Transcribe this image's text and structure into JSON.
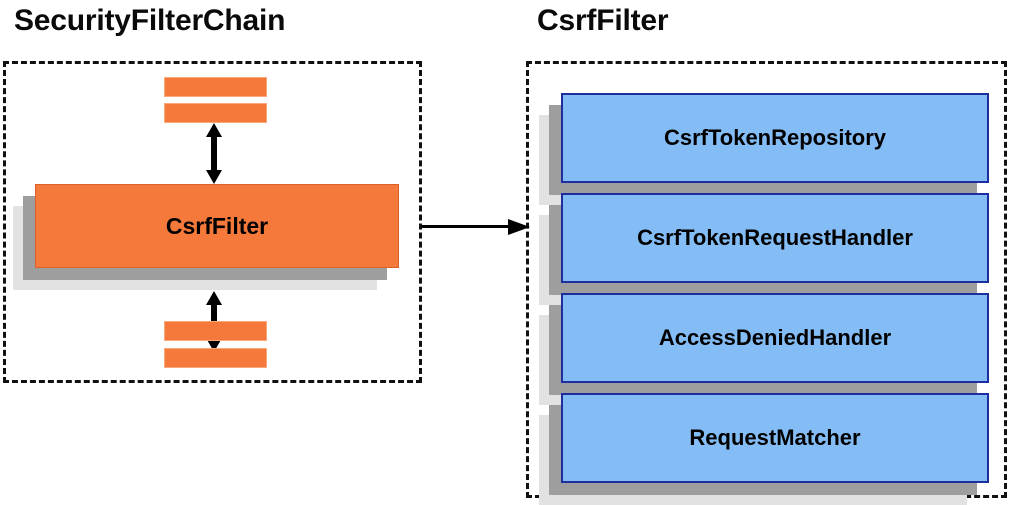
{
  "diagram": {
    "type": "component-relationship",
    "background": "#ffffff",
    "panels": [
      {
        "id": "security-filter-chain",
        "title": "SecurityFilterChain",
        "accent": "#f4793b",
        "items": [
          "CsrfFilter"
        ]
      },
      {
        "id": "csrf-filter",
        "title": "CsrfFilter",
        "accent": "#84bdf5",
        "items": [
          "CsrfTokenRepository",
          "CsrfTokenRequestHandler",
          "AccessDeniedHandler",
          "RequestMatcher"
        ]
      }
    ]
  },
  "left_panel": {
    "title": "SecurityFilterChain",
    "main_box_label": "CsrfFilter",
    "filter_bars": [
      "filter-bar",
      "filter-bar",
      "filter-bar",
      "filter-bar"
    ]
  },
  "right_panel": {
    "title": "CsrfFilter",
    "collaborators": [
      {
        "label": "CsrfTokenRepository"
      },
      {
        "label": "CsrfTokenRequestHandler"
      },
      {
        "label": "AccessDeniedHandler"
      },
      {
        "label": "RequestMatcher"
      }
    ]
  },
  "connectors": {
    "left_to_right": "arrow-right",
    "above_filter": "arrow-up-down",
    "below_filter": "arrow-up-down"
  },
  "colors": {
    "orange_fill": "#f4793b",
    "orange_border": "#d9622a",
    "blue_fill": "#84bdf5",
    "blue_border": "#1c2ea0",
    "shadow_mid": "#9e9e9e",
    "shadow_back": "#e2e2e2",
    "dashed_border": "#111111",
    "text": "#000000"
  }
}
